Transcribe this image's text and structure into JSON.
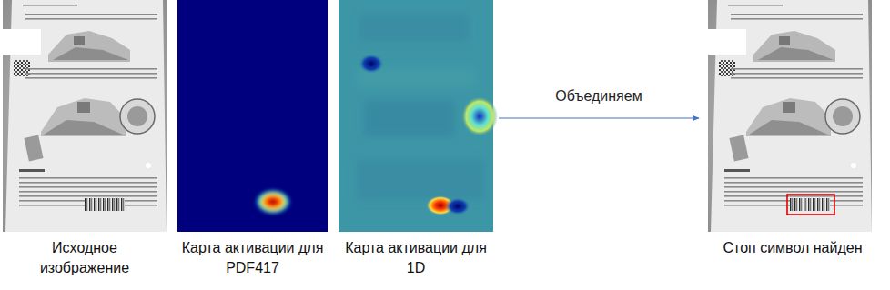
{
  "diagram": {
    "nodes": [
      {
        "text": [
          "Исходное изображение"
        ]
      },
      {
        "text": [
          "Карта активации для PDF417"
        ]
      },
      {
        "text": [
          "Карта активации для 1D"
        ]
      },
      {
        "text": [
          "Стоп символ найден"
        ]
      }
    ],
    "edges": [
      {
        "from": 2,
        "to": 3,
        "label": "Объединяем",
        "arrow": "to"
      }
    ]
  }
}
